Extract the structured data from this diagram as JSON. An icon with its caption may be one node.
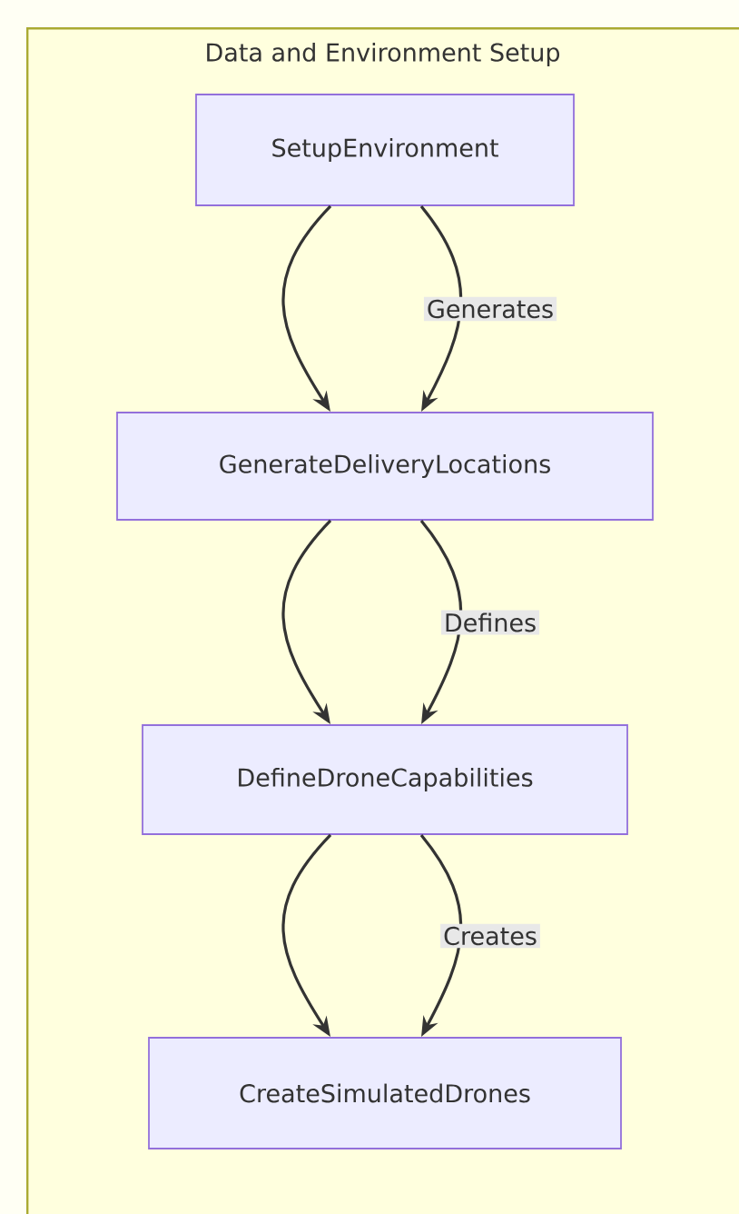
{
  "diagram": {
    "nodes": [
      {
        "text": [
          "Data and Environment Setup"
        ]
      },
      {
        "text": [
          "SetupEnvironment"
        ],
        "in": 0
      },
      {
        "text": [
          "GenerateDeliveryLocations"
        ],
        "in": 0
      },
      {
        "text": [
          "DefineDroneCapabilities"
        ],
        "in": 0
      },
      {
        "text": [
          "CreateSimulatedDrones"
        ],
        "in": 0
      }
    ],
    "edges": [
      {
        "from": 1,
        "to": 2,
        "arrow": "to"
      },
      {
        "from": 1,
        "to": 2,
        "arrow": "to",
        "label": "Generates"
      },
      {
        "from": 2,
        "to": 3,
        "arrow": "to"
      },
      {
        "from": 2,
        "to": 3,
        "arrow": "to",
        "label": "Defines"
      },
      {
        "from": 3,
        "to": 4,
        "arrow": "to"
      },
      {
        "from": 3,
        "to": 4,
        "arrow": "to",
        "label": "Creates"
      }
    ]
  }
}
